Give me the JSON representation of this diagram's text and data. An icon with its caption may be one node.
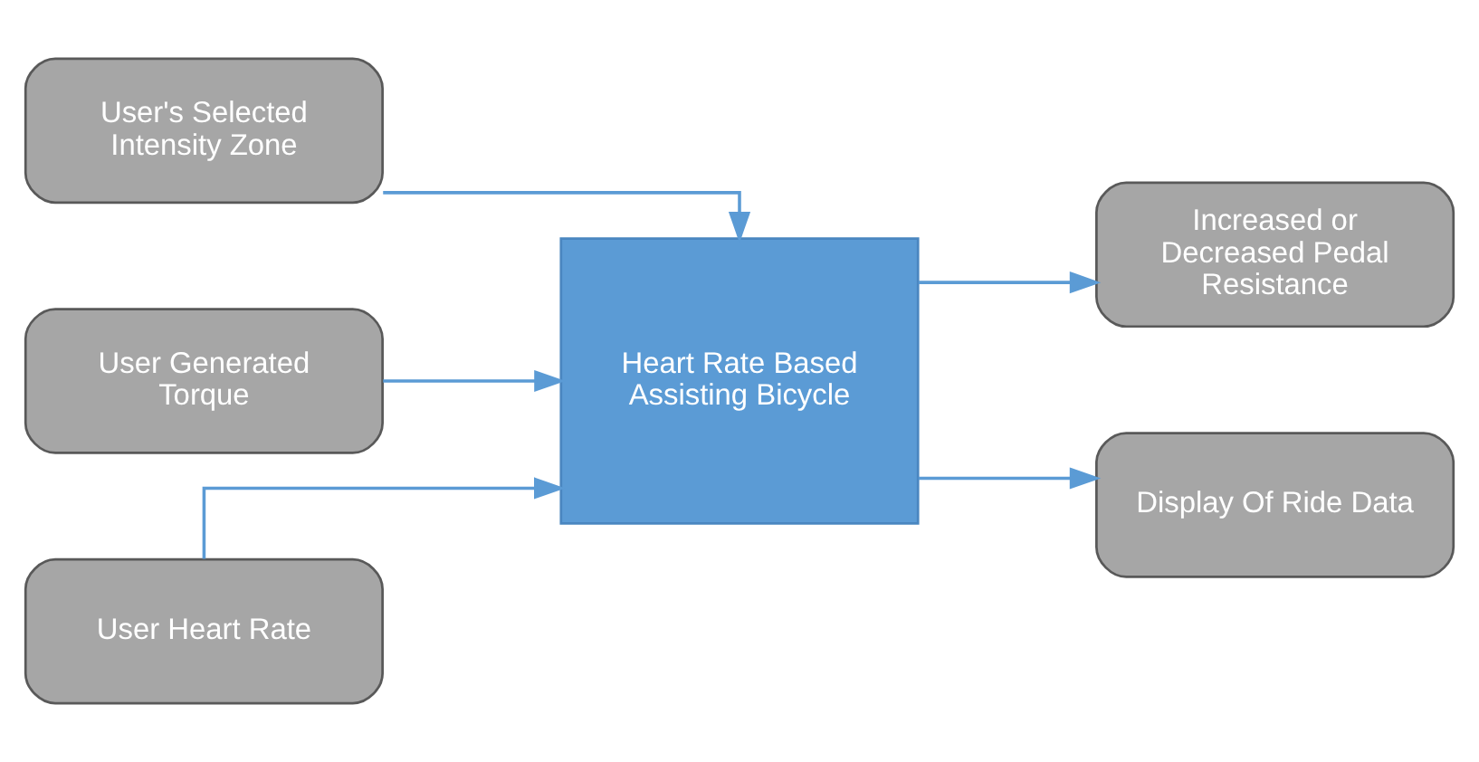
{
  "diagram": {
    "nodes": [
      {
        "text": [
          "User's Selected Intensity Zone"
        ]
      },
      {
        "text": [
          "User Generated Torque"
        ]
      },
      {
        "text": [
          "User Heart Rate"
        ]
      },
      {
        "text": [
          "Heart Rate Based Assisting Bicycle"
        ]
      },
      {
        "text": [
          "Increased or Decreased Pedal Resistance"
        ]
      },
      {
        "text": [
          "Display Of Ride Data"
        ]
      }
    ],
    "edges": [
      {
        "from": 0,
        "to": 3,
        "arrow": "to"
      },
      {
        "from": 1,
        "to": 3,
        "arrow": "to"
      },
      {
        "from": 2,
        "to": 3,
        "arrow": "to"
      },
      {
        "from": 3,
        "to": 4,
        "arrow": "to"
      },
      {
        "from": 3,
        "to": 5,
        "arrow": "to"
      }
    ]
  }
}
